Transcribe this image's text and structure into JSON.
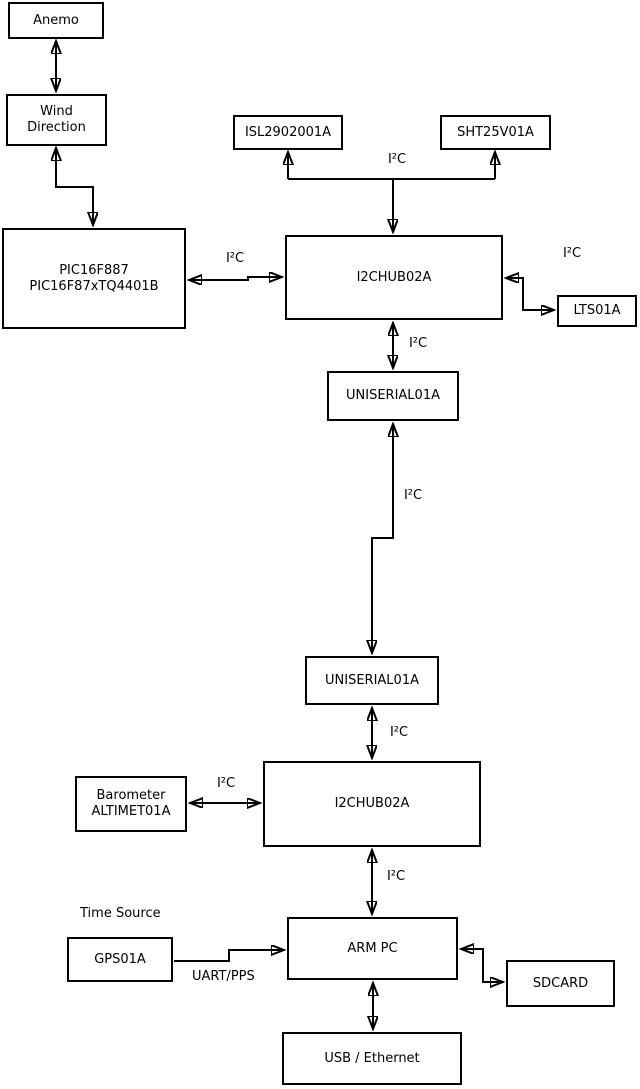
{
  "diagram": {
    "colors": {
      "stroke": "#000000",
      "background": "#ffffff"
    },
    "nodes": {
      "anemo": {
        "label": "Anemo"
      },
      "wind_direction": {
        "line1": "Wind",
        "line2": "Direction"
      },
      "pic": {
        "line1": "PIC16F887",
        "line2": "PIC16F87xTQ4401B"
      },
      "isl": {
        "label": "ISL2902001A"
      },
      "sht": {
        "label": "SHT25V01A"
      },
      "i2chub_top": {
        "label": "I2CHUB02A"
      },
      "lts": {
        "label": "LTS01A"
      },
      "uniserial_top": {
        "label": "UNISERIAL01A"
      },
      "uniserial_bottom": {
        "label": "UNISERIAL01A"
      },
      "i2chub_bottom": {
        "label": "I2CHUB02A"
      },
      "barometer": {
        "line1": "Barometer",
        "line2": "ALTIMET01A"
      },
      "gps": {
        "label": "GPS01A"
      },
      "arm_pc": {
        "label": "ARM PC"
      },
      "sdcard": {
        "label": "SDCARD"
      },
      "usb_ethernet": {
        "label": "USB / Ethernet"
      }
    },
    "edge_labels": {
      "i2c_sensor_branch": "I²C",
      "i2c_pic_hub": "I²C",
      "i2c_hub_lts": "I²C",
      "i2c_hub_uniserial": "I²C",
      "i2c_uniserial_link": "I²C",
      "i2c_uniserial_hub2": "I²C",
      "i2c_barometer_hub2": "I²C",
      "i2c_hub2_armpc": "I²C",
      "time_source": "Time Source",
      "uart_pps": "UART/PPS"
    }
  }
}
